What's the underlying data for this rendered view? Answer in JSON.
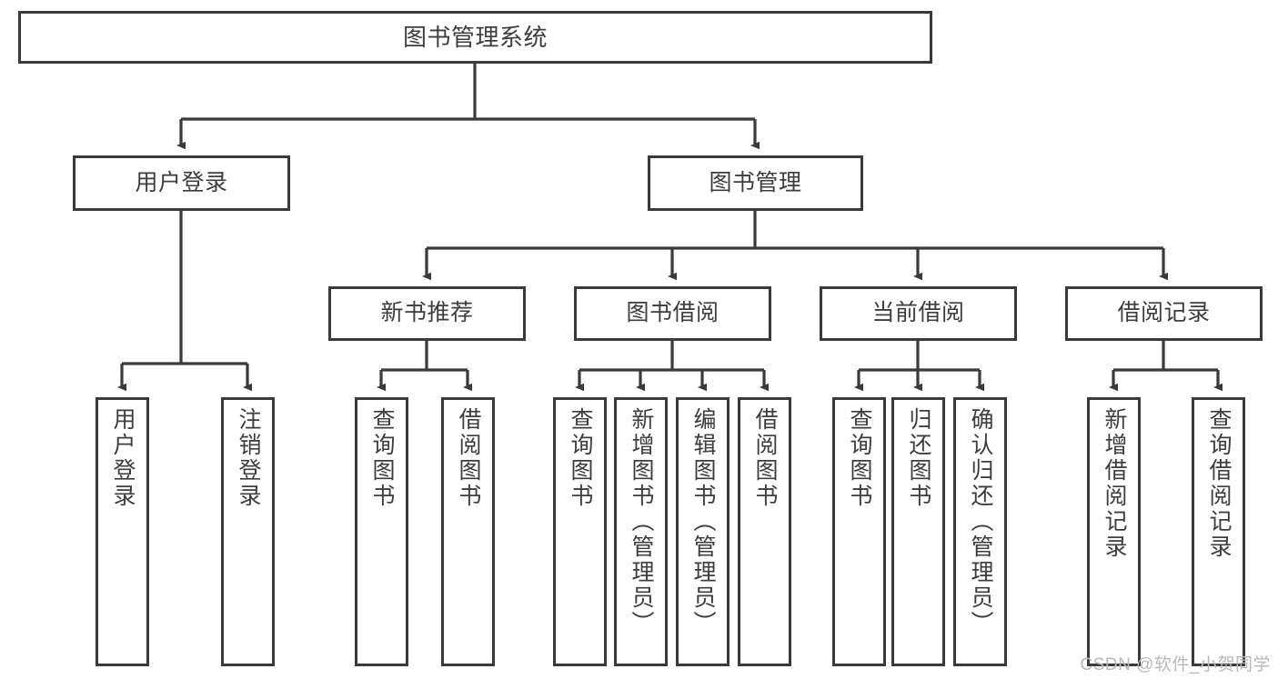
{
  "diagram": {
    "title": "图书管理系统",
    "type": "tree-hierarchy",
    "colors": {
      "box_border": "#3a3a3a",
      "box_fill": "#ffffff",
      "edge": "#3a3a3a",
      "text": "#3d3d3d",
      "watermark": "#b9b9b9"
    },
    "root": {
      "label": "图书管理系统"
    },
    "level2": [
      {
        "label": "用户登录"
      },
      {
        "label": "图书管理"
      }
    ],
    "level3": [
      {
        "label": "新书推荐"
      },
      {
        "label": "图书借阅"
      },
      {
        "label": "当前借阅"
      },
      {
        "label": "借阅记录"
      }
    ],
    "leaves": {
      "user_login": [
        {
          "label": "用户登录"
        },
        {
          "label": "注销登录"
        }
      ],
      "new_book_recommend": [
        {
          "label": "查询图书"
        },
        {
          "label": "借阅图书"
        }
      ],
      "book_borrow": [
        {
          "label": "查询图书"
        },
        {
          "label": "新增图书（管理员）"
        },
        {
          "label": "编辑图书（管理员）"
        },
        {
          "label": "借阅图书"
        }
      ],
      "current_borrow": [
        {
          "label": "查询图书"
        },
        {
          "label": "归还图书"
        },
        {
          "label": "确认归还（管理员）"
        }
      ],
      "borrow_record": [
        {
          "label": "新增借阅记录"
        },
        {
          "label": "查询借阅记录"
        }
      ]
    }
  },
  "watermark": {
    "text": "CSDN @软件_小贺同学"
  }
}
